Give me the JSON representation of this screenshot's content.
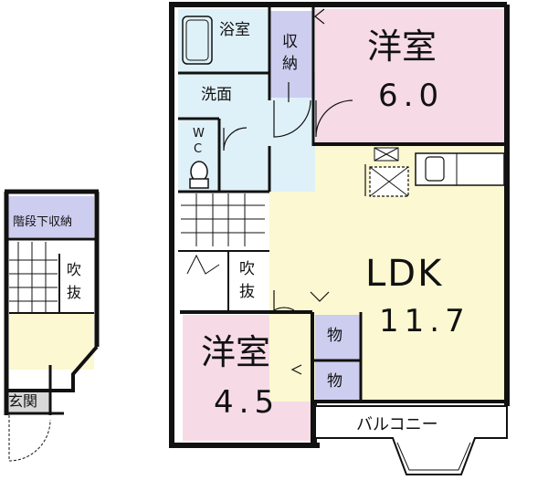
{
  "rooms": {
    "western_room_1": {
      "name": "洋室",
      "size": "6.0"
    },
    "western_room_2": {
      "name": "洋室",
      "size": "4.5"
    },
    "ldk": {
      "name": "LDK",
      "size": "11.7"
    },
    "bath": {
      "name": "浴室"
    },
    "storage_main": {
      "name_line1": "収",
      "name_line2": "納"
    },
    "washroom": {
      "name": "洗面"
    },
    "toilet": {
      "name_line1": "W",
      "name_line2": "C"
    },
    "void_main": {
      "name_line1": "吹",
      "name_line2": "抜"
    },
    "closet_upper": {
      "name": "物"
    },
    "closet_lower": {
      "name": "物"
    },
    "balcony": {
      "name": "バルコニー"
    },
    "under_stair_storage": {
      "name": "階段下収納"
    },
    "void_ground": {
      "name_line1": "吹",
      "name_line2": "抜"
    },
    "entrance": {
      "name": "玄関"
    }
  },
  "colors": {
    "western": "#f6dbe6",
    "ldk": "#fbf8d2",
    "wet": "#dff1f8",
    "storage": "#cdcdf0",
    "entrance": "#d8d8d8",
    "wall": "#111111"
  }
}
